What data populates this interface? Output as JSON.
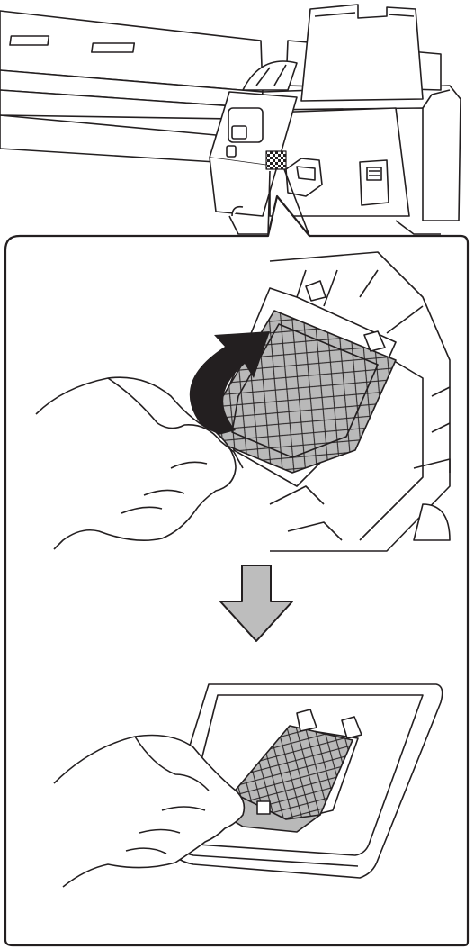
{
  "figure": {
    "top_scene": "printer-overview",
    "step_1": "lift-flushing-pad-out-of-holder",
    "step_2": "place-flushing-pad-on-tray",
    "connector": "down-arrow",
    "pad_fill": "#b9b9b9",
    "line_color": "#231f20",
    "arrow_fill": "#bdbdbd"
  }
}
